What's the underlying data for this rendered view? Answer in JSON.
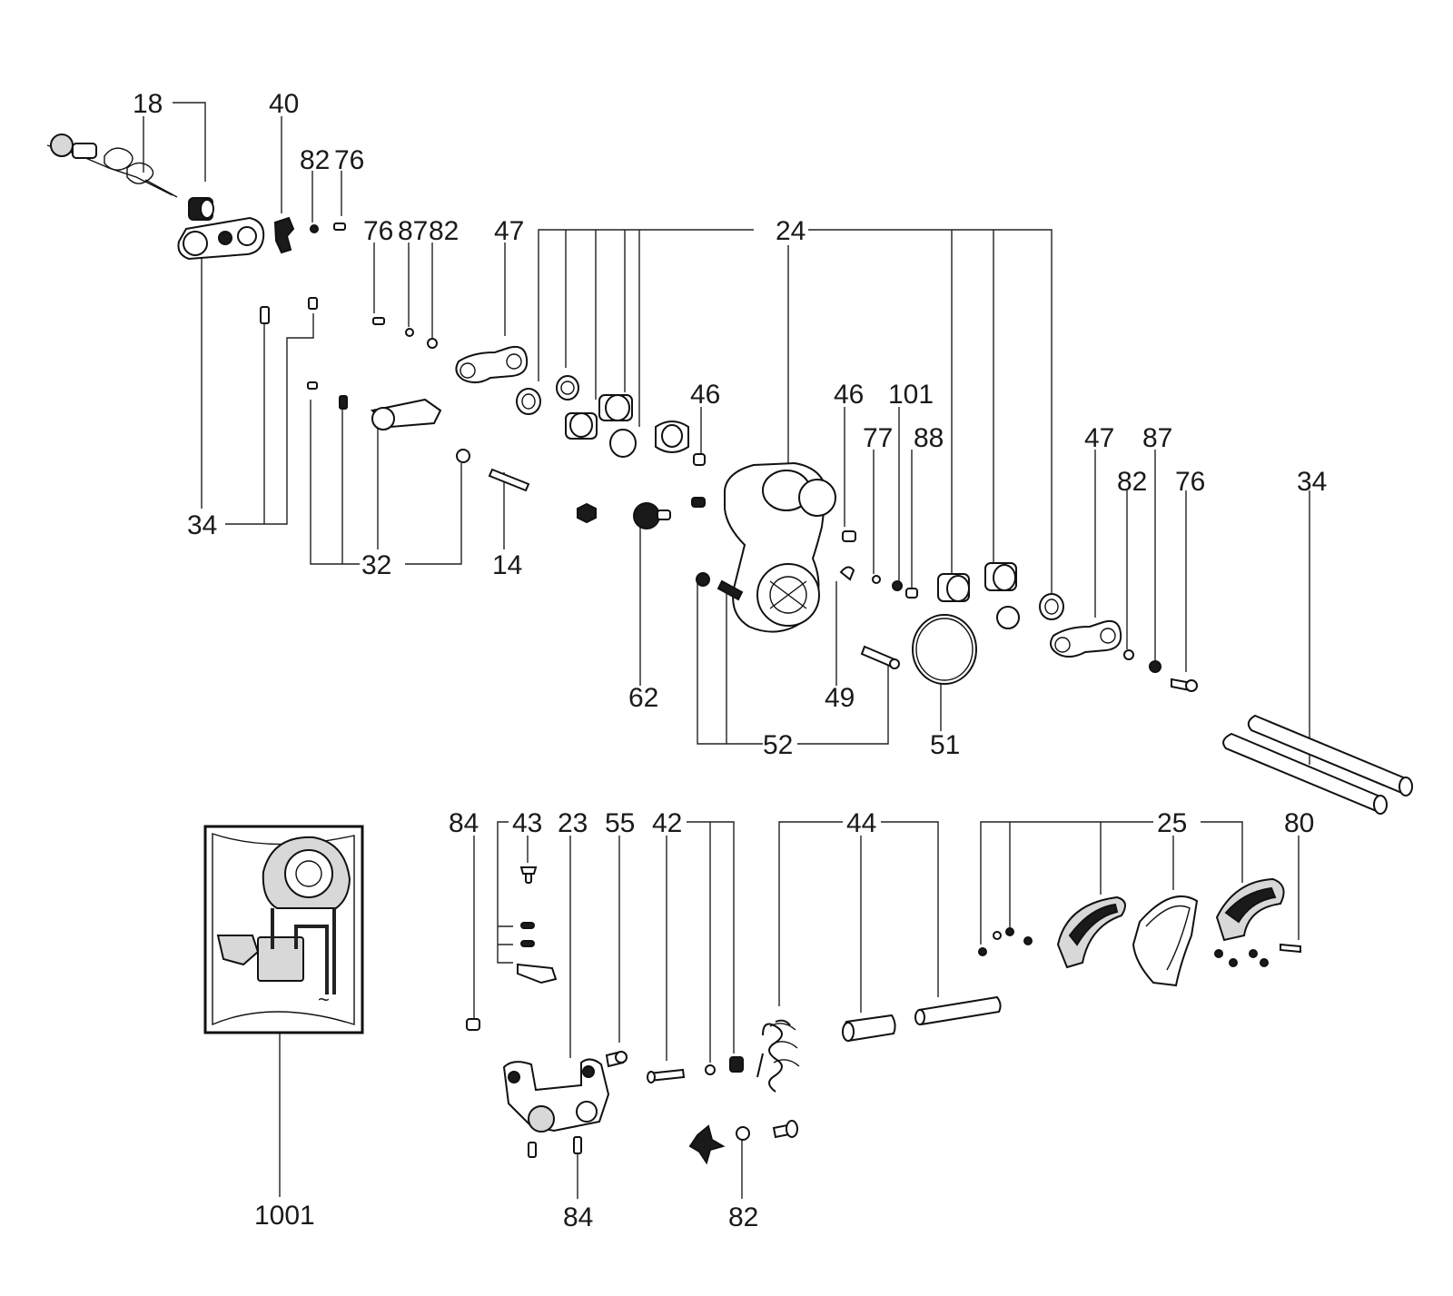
{
  "labels": {
    "l18": "18",
    "l40": "40",
    "l82a": "82",
    "l76a": "76",
    "l76b": "76",
    "l87a": "87",
    "l82b": "82",
    "l47a": "47",
    "l24": "24",
    "l46a": "46",
    "l46b": "46",
    "l101": "101",
    "l77": "77",
    "l88": "88",
    "l47b": "47",
    "l87b": "87",
    "l82c": "82",
    "l76c": "76",
    "l34b": "34",
    "l34a": "34",
    "l32": "32",
    "l14": "14",
    "l62": "62",
    "l49": "49",
    "l52": "52",
    "l51": "51",
    "l84a": "84",
    "l43": "43",
    "l23": "23",
    "l55": "55",
    "l42": "42",
    "l44": "44",
    "l25": "25",
    "l80": "80",
    "l1001": "1001",
    "l84b": "84",
    "l82d": "82"
  },
  "inset": {
    "symbol": "~"
  }
}
